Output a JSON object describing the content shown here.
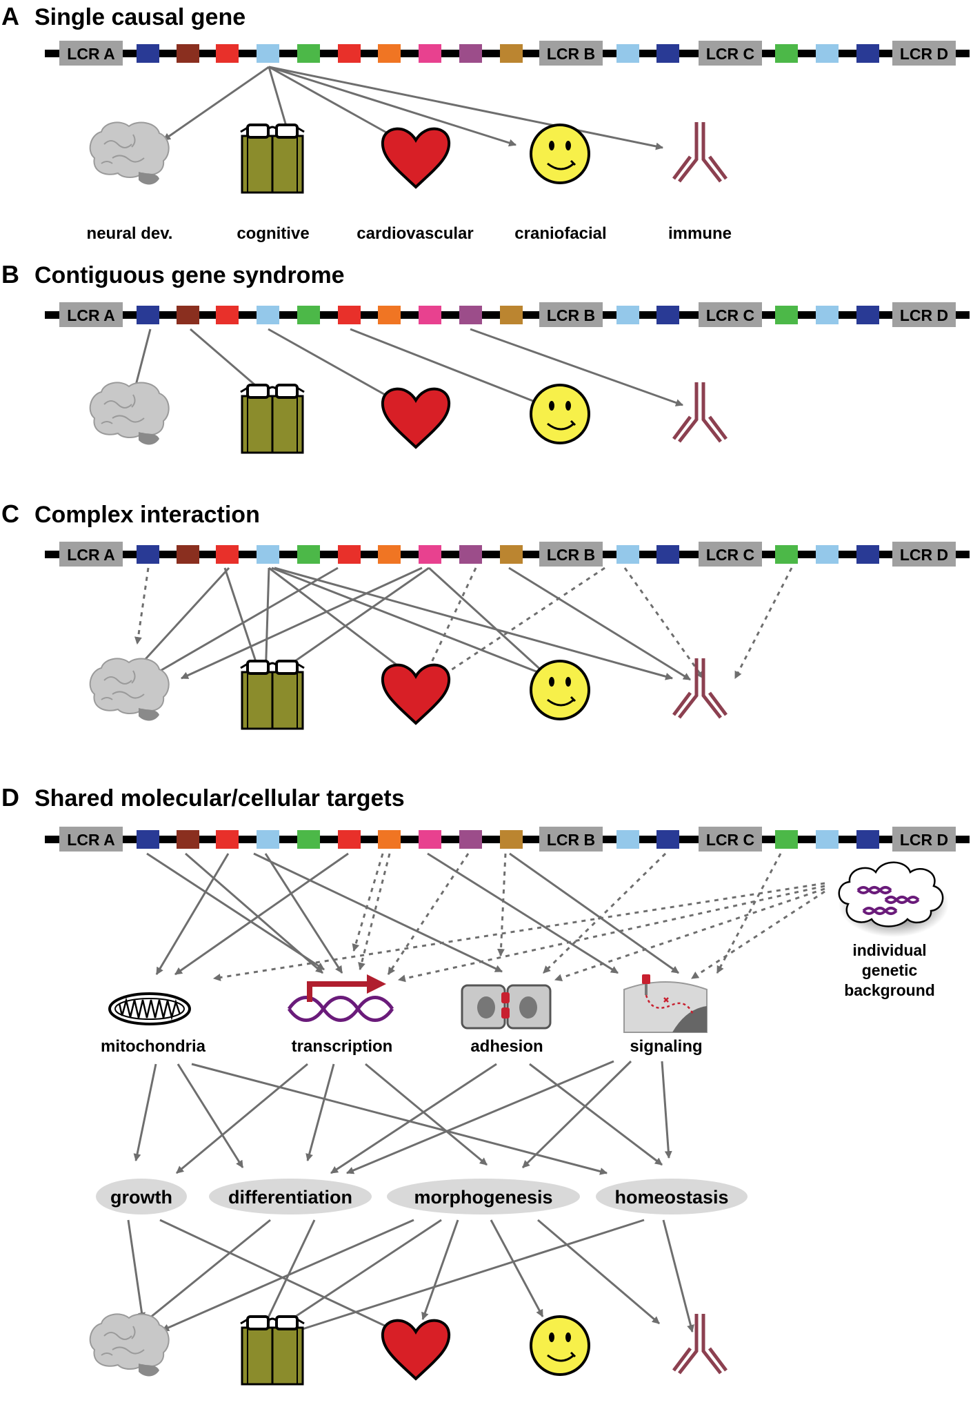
{
  "panels": [
    {
      "letter": "A",
      "title": "Single causal gene"
    },
    {
      "letter": "B",
      "title": "Contiguous gene syndrome"
    },
    {
      "letter": "C",
      "title": "Complex interaction"
    },
    {
      "letter": "D",
      "title": "Shared molecular/cellular targets"
    }
  ],
  "lcr_labels": [
    "LCR A",
    "LCR B",
    "LCR C",
    "LCR D"
  ],
  "gene_colors": [
    "#293a95",
    "#8a2f1f",
    "#e8302a",
    "#94c8ea",
    "#4cb848",
    "#e8302a",
    "#f07523",
    "#e8418f",
    "#9c4d8a",
    "#bb8530",
    "#94c8ea",
    "#293a95",
    "#4cb848",
    "#94c8ea",
    "#293a95"
  ],
  "phenotypes": [
    "neural dev.",
    "cognitive",
    "cardiovascular",
    "craniofacial",
    "immune"
  ],
  "phenotype_icons": [
    "brain-icon",
    "book-glasses-icon",
    "heart-icon",
    "smiley-icon",
    "antibody-icon"
  ],
  "targets": [
    "mitochondria",
    "transcription",
    "adhesion",
    "signaling"
  ],
  "target_icons": [
    "mitochondrion-icon",
    "transcription-icon",
    "adhesion-icon",
    "signaling-icon"
  ],
  "processes": [
    "growth",
    "differentiation",
    "morphogenesis",
    "homeostasis"
  ],
  "background": {
    "lines": [
      "individual",
      "genetic",
      "background"
    ],
    "icon": "dna-cloud-icon"
  },
  "colors": {
    "chromosome": "#000000",
    "lcr_box": "#a0a0a0",
    "arrow": "#6e6e6e",
    "brain": "#c8c8c8",
    "book": "#8b8c2c",
    "heart": "#d81f26",
    "smiley": "#f7f04a",
    "antibody": "#8c4050",
    "dna": "#6a1b7a",
    "process_ellipse": "#d9d9d9",
    "transcription_arrow": "#b01e2e"
  }
}
